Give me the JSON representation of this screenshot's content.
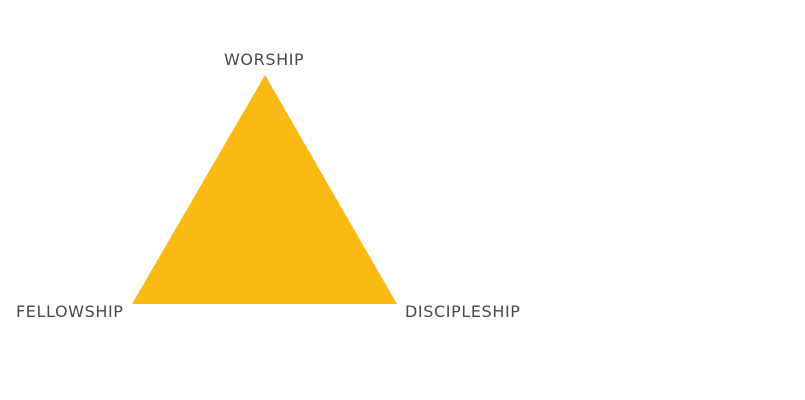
{
  "diagram": {
    "fill_color": "#FBB914",
    "label_color": "#4A4A4A",
    "labels": {
      "top": "WORSHIP",
      "left": "FELLOWSHIP",
      "right": "DISCIPLESHIP"
    }
  }
}
